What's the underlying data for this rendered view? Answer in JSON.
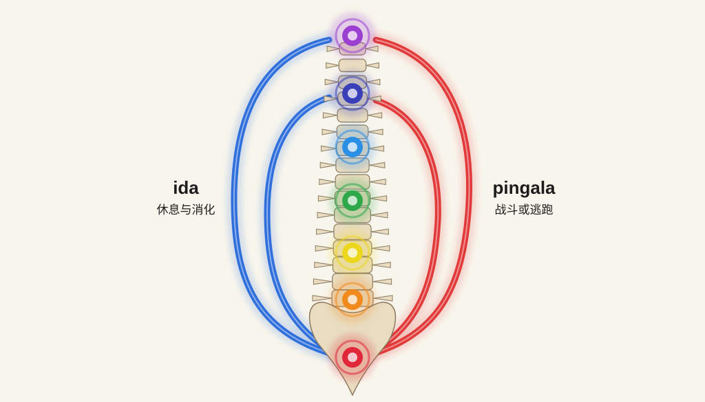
{
  "left_channel": {
    "title": "ida",
    "subtitle": "休息与消化",
    "color": "#2f6fdc"
  },
  "right_channel": {
    "title": "pingala",
    "subtitle": "战斗或逃跑",
    "color": "#e23a3a"
  },
  "chakras": [
    {
      "name": "crown",
      "color": "#9b3fd0"
    },
    {
      "name": "third-eye",
      "color": "#3a3fb8"
    },
    {
      "name": "throat",
      "color": "#2c8fe6"
    },
    {
      "name": "heart",
      "color": "#2ea84a"
    },
    {
      "name": "solar-plexus",
      "color": "#ecd61e"
    },
    {
      "name": "sacral",
      "color": "#f08a1c"
    },
    {
      "name": "root",
      "color": "#e0283a"
    }
  ],
  "colors": {
    "background": "#f8f5ec",
    "bone": "#e9dcc0",
    "bone_outline": "#8a7a60"
  }
}
